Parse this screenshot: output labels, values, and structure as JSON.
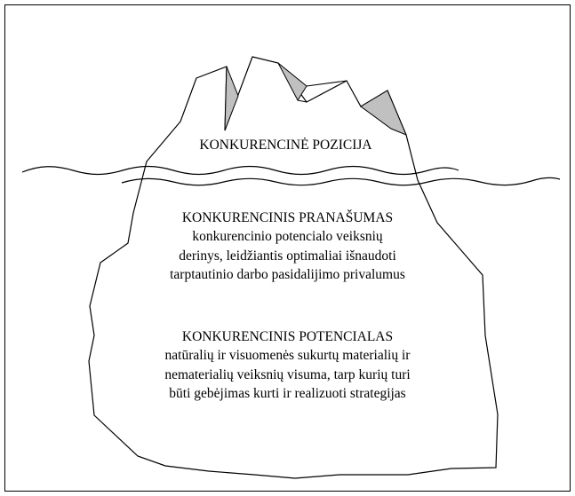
{
  "diagram": {
    "top_label": "KONKURENCINĖ POZICIJA",
    "advantage": {
      "title": "KONKURENCINIS PRANAŠUMAS",
      "lines": [
        "konkurencinio potencialo veiksnių",
        "derinys, leidžiantis optimaliai išnaudoti",
        "tarptautinio darbo pasidalijimo privalumus"
      ]
    },
    "potential": {
      "title": "KONKURENCINIS POTENCIALAS",
      "lines": [
        "natūralių ir visuomenės sukurtų materialių ir",
        "nematerialių veiksnių visuma, tarp kurių turi",
        "būti gebėjimas kurti ir realizuoti strategijas"
      ]
    },
    "colors": {
      "outline": "#000000",
      "shading": "#c0c0c0",
      "background": "#ffffff"
    }
  }
}
